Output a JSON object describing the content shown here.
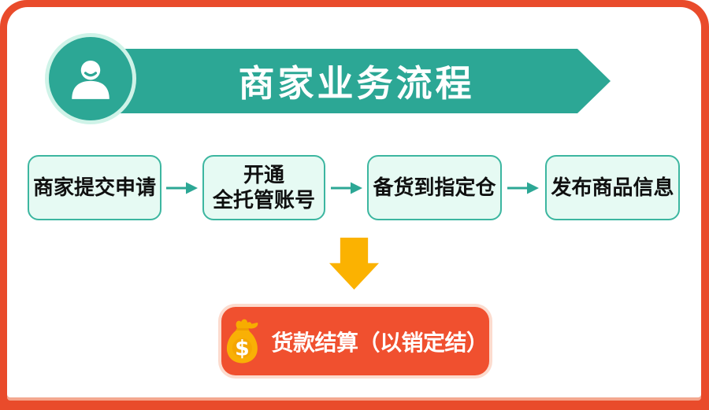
{
  "header": {
    "title": "商家业务流程"
  },
  "flow": {
    "steps": [
      {
        "lines": [
          "商家提交申请"
        ]
      },
      {
        "lines": [
          "开通",
          "全托管账号"
        ]
      },
      {
        "lines": [
          "备货到指定仓"
        ]
      },
      {
        "lines": [
          "发布商品信息"
        ]
      }
    ]
  },
  "settlement": {
    "label": "货款结算（以销定结）"
  },
  "icons": {
    "avatar": "user-icon",
    "settlement": "money-bag-icon",
    "between_steps": "arrow-right-icon",
    "to_settlement": "arrow-down-icon"
  },
  "colors": {
    "frame_red": "#E94B2B",
    "teal": "#2CA795",
    "mint_ring": "#CFF3E8",
    "box_fill": "#E6FAF3",
    "box_border": "#3CB6A0",
    "gold": "#FBB201",
    "button_red": "#F0502F",
    "button_glow": "#FCDBCE",
    "bag_gold": "#F9B005",
    "text_dark": "#101010",
    "text_white": "#FFFFFF"
  }
}
